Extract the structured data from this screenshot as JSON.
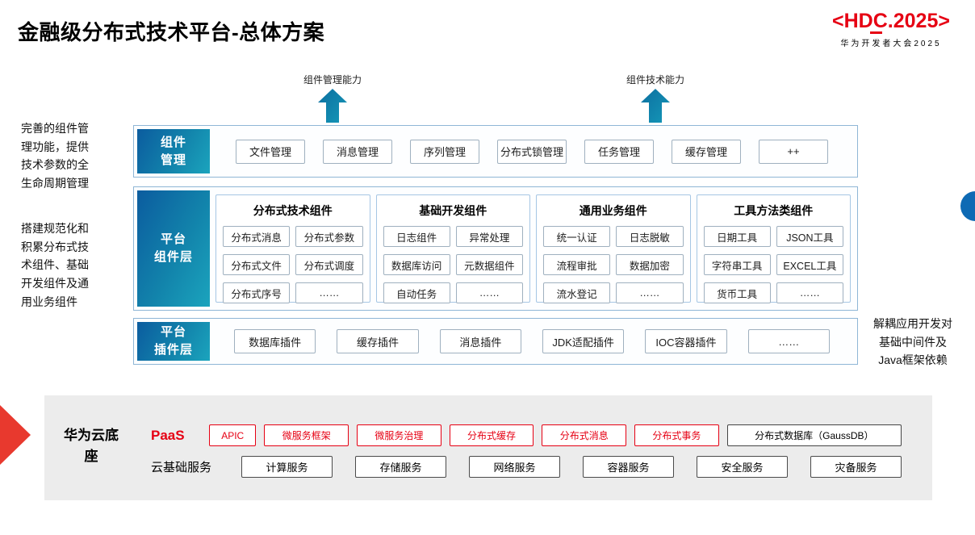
{
  "title": "金融级分布式技术平台-总体方案",
  "logo": {
    "wordmark": "<HDC.2025>",
    "subtitle": "华为开发者大会2025"
  },
  "colors": {
    "brand_red": "#e60013",
    "label_gradient_start": "#0b5c9f",
    "label_gradient_end": "#1ba4bd",
    "arrow_teal_start": "#0c6fa0",
    "arrow_teal_end": "#1598b8",
    "band_border": "#8fb6d6",
    "chip_border": "#9fb0bf",
    "foundation_bg": "#ececec"
  },
  "arrows": [
    {
      "label": "组件管理能力"
    },
    {
      "label": "组件技术能力"
    }
  ],
  "annotations": {
    "component_mgmt": "完善的组件管\n理功能，提供\n技术参数的全\n生命周期管理",
    "platform_components": "搭建规范化和\n积累分布式技\n术组件、基础\n开发组件及通\n用业务组件",
    "plugin_layer": "解耦应用开发对\n基础中间件及\nJava框架依赖"
  },
  "rows": {
    "component_mgmt": {
      "label": "组件\n管理",
      "items": [
        "文件管理",
        "消息管理",
        "序列管理",
        "分布式锁管理",
        "任务管理",
        "缓存管理",
        "++"
      ]
    },
    "platform_components": {
      "label": "平台\n组件层",
      "groups": [
        {
          "title": "分布式技术组件",
          "items": [
            "分布式消息",
            "分布式参数",
            "分布式文件",
            "分布式调度",
            "分布式序号",
            "……"
          ]
        },
        {
          "title": "基础开发组件",
          "items": [
            "日志组件",
            "异常处理",
            "数据库访问",
            "元数据组件",
            "自动任务",
            "……"
          ]
        },
        {
          "title": "通用业务组件",
          "items": [
            "统一认证",
            "日志脱敏",
            "流程审批",
            "数据加密",
            "流水登记",
            "……"
          ]
        },
        {
          "title": "工具方法类组件",
          "items": [
            "日期工具",
            "JSON工具",
            "字符串工具",
            "EXCEL工具",
            "货币工具",
            "……"
          ]
        }
      ]
    },
    "plugin_layer": {
      "label": "平台\n插件层",
      "items": [
        "数据库插件",
        "缓存插件",
        "消息插件",
        "JDK适配插件",
        "IOC容器插件",
        "……"
      ]
    }
  },
  "foundation": {
    "label": "华为云底座",
    "paas": {
      "title": "PaaS",
      "items": [
        "APIC",
        "微服务框架",
        "微服务治理",
        "分布式缓存",
        "分布式消息",
        "分布式事务"
      ],
      "db_item": "分布式数据库（GaussDB）"
    },
    "cloud": {
      "title": "云基础服务",
      "items": [
        "计算服务",
        "存储服务",
        "网络服务",
        "容器服务",
        "安全服务",
        "灾备服务"
      ]
    }
  }
}
